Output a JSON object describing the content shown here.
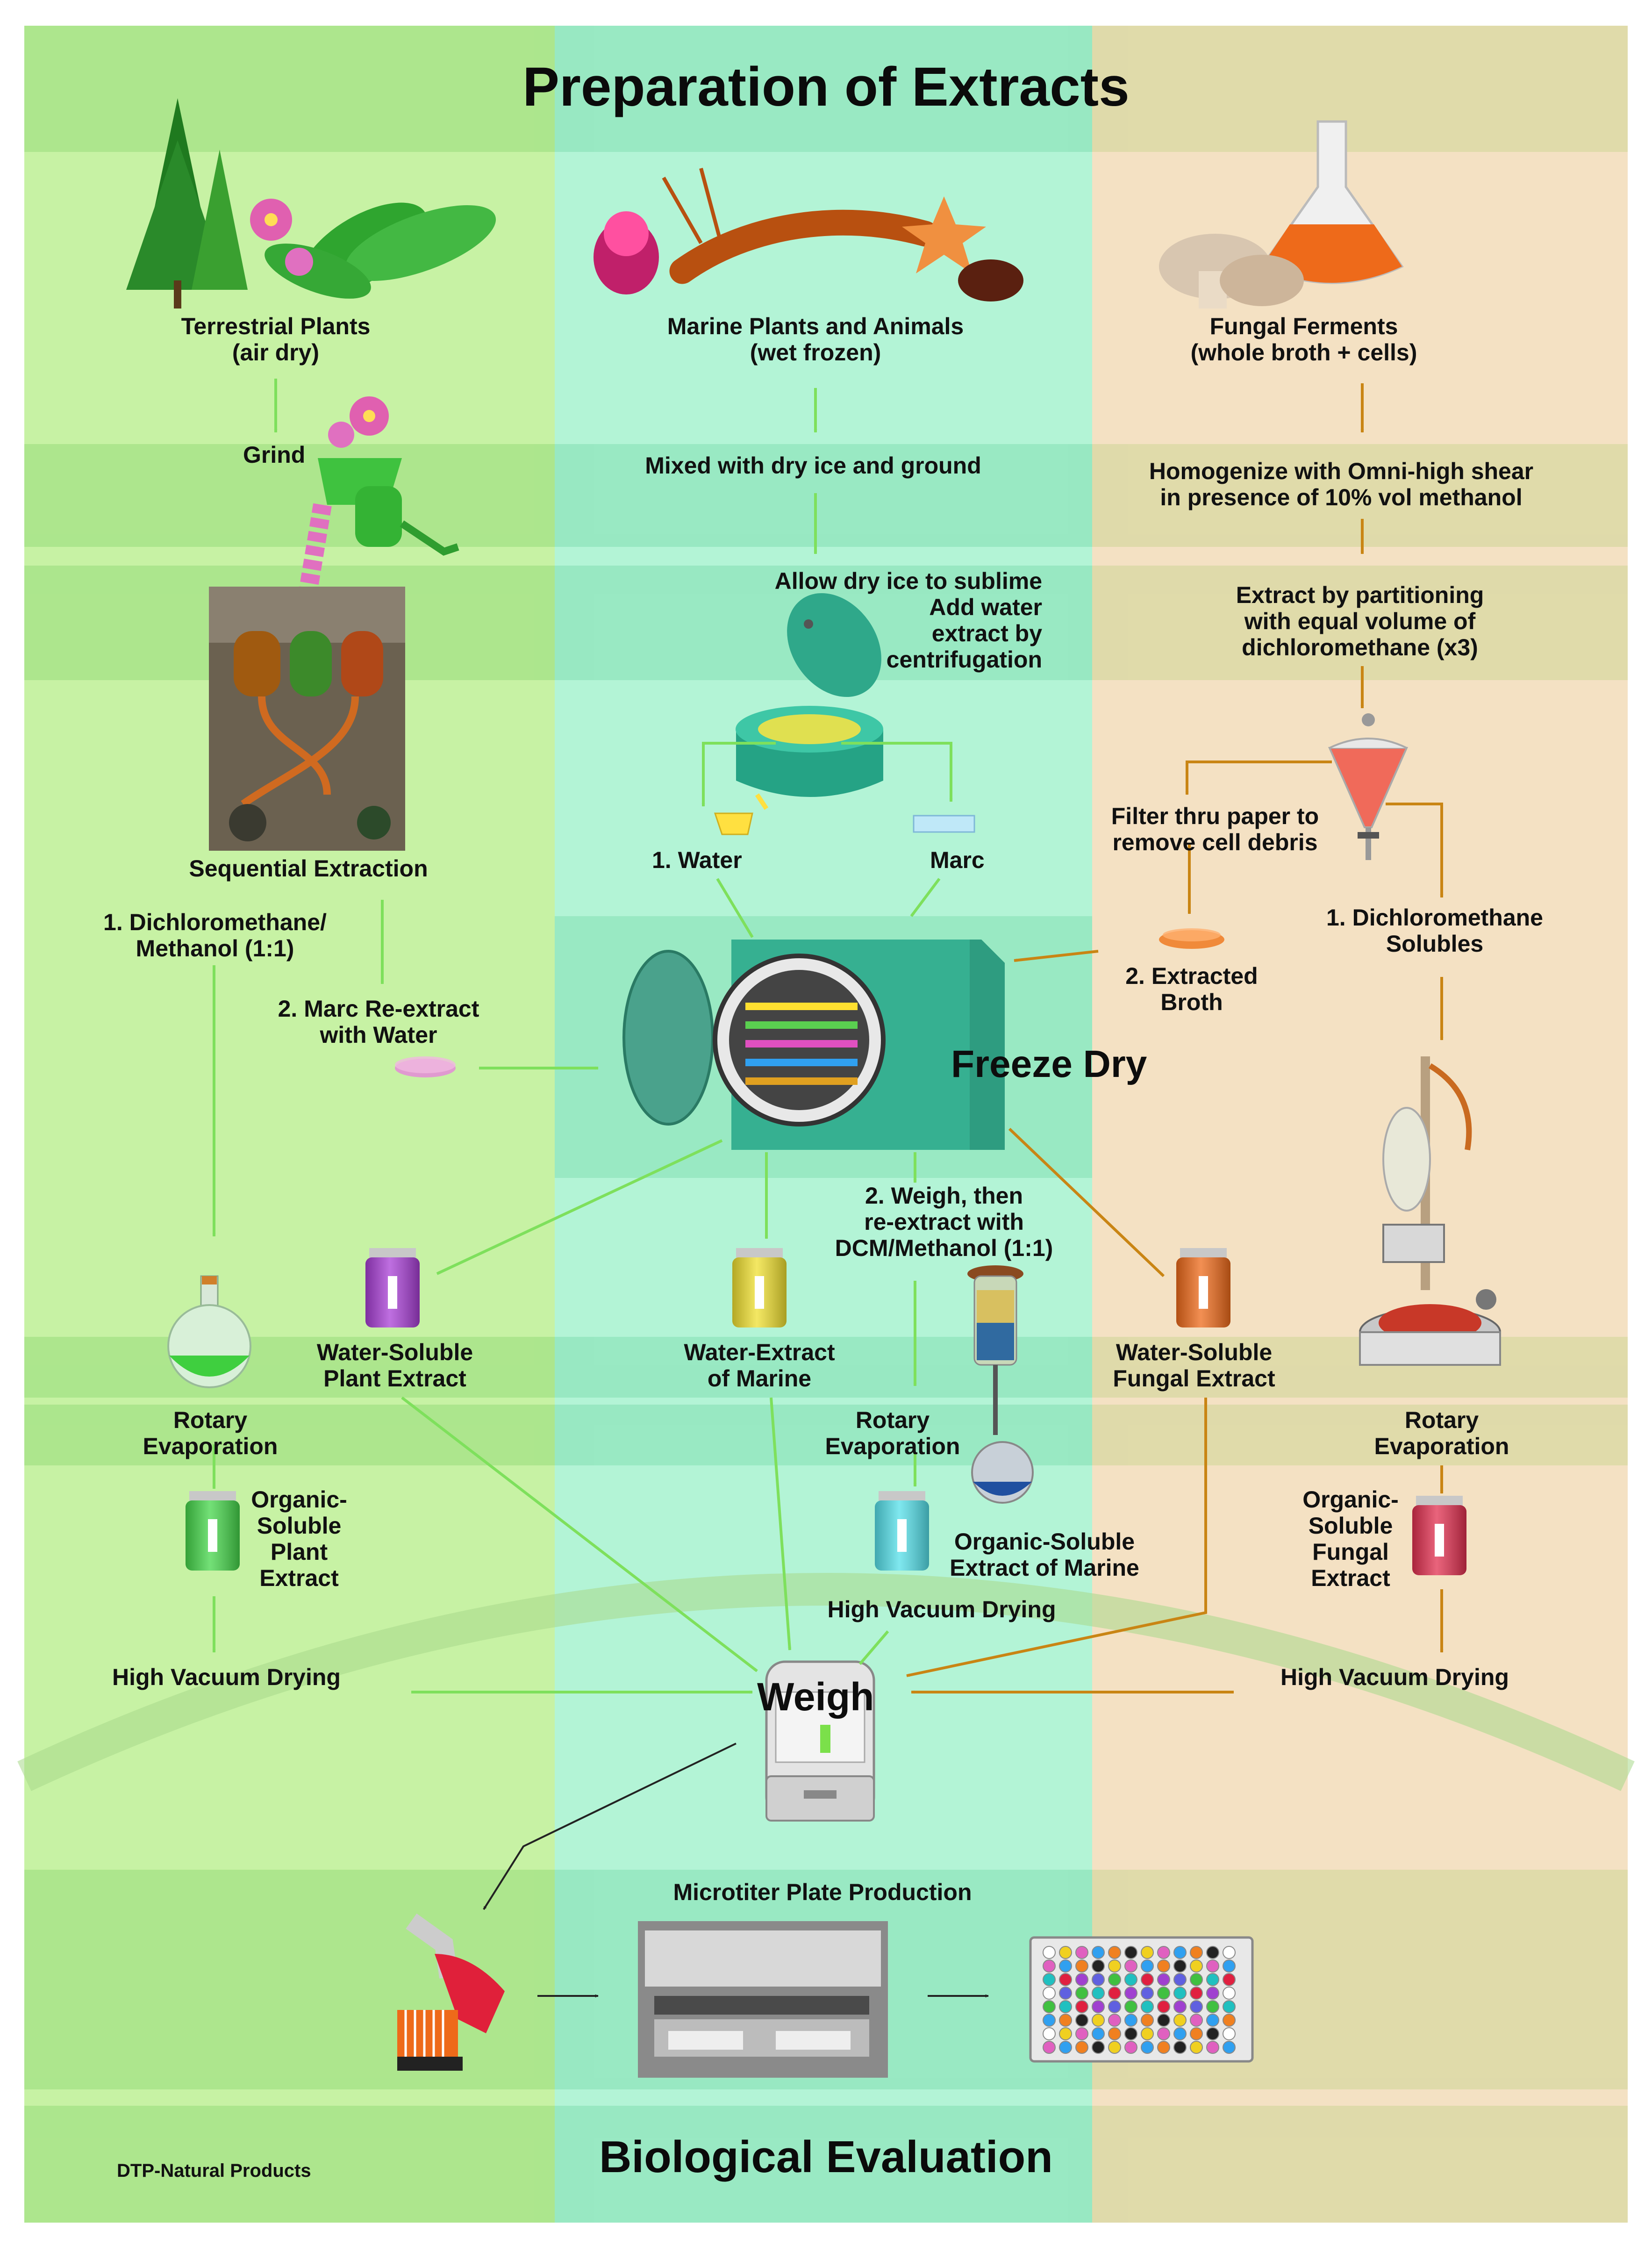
{
  "title": "Preparation of Extracts",
  "footer_title": "Biological Evaluation",
  "credit": "DTP-Natural Products",
  "colors": {
    "plant_column": "#c7f2a4",
    "marine_column": "#b3f4d6",
    "fungal_column": "#f4e1c3",
    "band_plant": "#a8e48a",
    "band_marine": "#94e6bf",
    "band_fungal": "#dcd9a6",
    "plant_arrow": "#7ee05c",
    "fungal_arrow": "#c98514",
    "black_arrow": "#222222"
  },
  "plants": {
    "source": "Terrestrial Plants\n(air dry)",
    "grind": "Grind",
    "sequential_extraction": "Sequential Extraction",
    "dcm_methanol": "1. Dichloromethane/\nMethanol (1:1)",
    "marc_reextract": "2. Marc Re-extract\nwith Water",
    "water_soluble": "Water-Soluble\nPlant Extract",
    "rotary": "Rotary\nEvaporation",
    "organic_soluble": "Organic-\nSoluble\nPlant\nExtract",
    "high_vacuum": "High Vacuum Drying"
  },
  "marine": {
    "source": "Marine Plants and Animals\n(wet frozen)",
    "mixed": "Mixed with dry ice and ground",
    "sublime": "Allow dry ice to sublime\nAdd water\nextract by\ncentrifugation",
    "water": "1. Water",
    "marc": "Marc",
    "freeze_dry": "Freeze Dry",
    "weigh_reextract": "2. Weigh, then\nre-extract with\nDCM/Methanol (1:1)",
    "water_extract": "Water-Extract\nof Marine",
    "rotary": "Rotary\nEvaporation",
    "organic_soluble": "Organic-Soluble\nExtract of Marine",
    "high_vacuum": "High Vacuum Drying"
  },
  "fungal": {
    "source": "Fungal Ferments\n(whole broth + cells)",
    "homogenize": "Homogenize with Omni-high shear\nin presence of 10% vol methanol",
    "partition": "Extract by partitioning\nwith equal volume of\ndichloromethane (x3)",
    "filter": "Filter thru paper to\nremove cell debris",
    "dcm_solubles": "1. Dichloromethane\nSolubles",
    "extracted_broth": "2. Extracted\nBroth",
    "water_soluble": "Water-Soluble\nFungal Extract",
    "rotary": "Rotary\nEvaporation",
    "organic_soluble": "Organic-\nSoluble\nFungal\nExtract",
    "high_vacuum": "High Vacuum Drying"
  },
  "weigh": "Weigh",
  "microtiter": "Microtiter Plate Production"
}
